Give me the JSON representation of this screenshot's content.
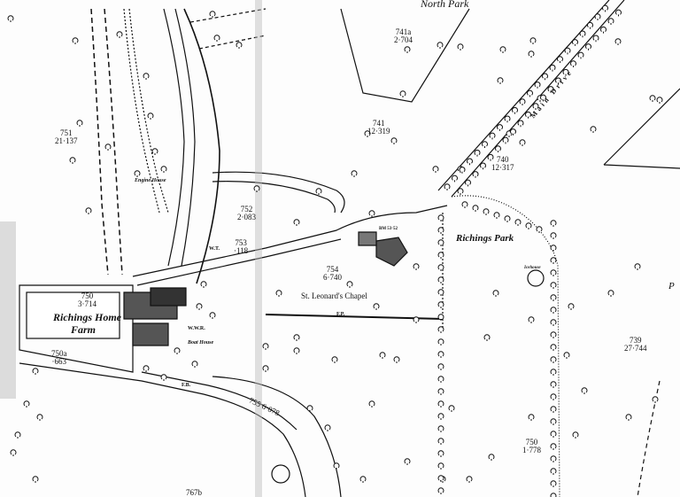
{
  "map": {
    "place_names": {
      "richings_home_farm_line1": "Richings Home",
      "richings_home_farm_line2": "Farm",
      "richings_park": "Richings Park",
      "st_leonards_chapel": "St. Leonard's Chapel",
      "main_drive": "Main Drive",
      "north_park": "North Park",
      "engine_house": "Engine House",
      "boat_house": "Boat House",
      "ice_house": "Icehouse",
      "park_edge": "P"
    },
    "parcels": [
      {
        "id": "751",
        "area": "21·137"
      },
      {
        "id": "741a",
        "area": "2·704"
      },
      {
        "id": "741",
        "area": "12·319"
      },
      {
        "id": "740",
        "area": "12·317"
      },
      {
        "id": "752",
        "area": "2·083"
      },
      {
        "id": "753",
        "area": "·118"
      },
      {
        "id": "754",
        "area": "6·740"
      },
      {
        "id": "750",
        "area": "3·714"
      },
      {
        "id": "750a",
        "area": "·663"
      },
      {
        "id": "739",
        "area": "27·744"
      },
      {
        "id": "755",
        "area": "6·078"
      },
      {
        "id": "750",
        "area": "1·778"
      },
      {
        "id": "767b",
        "area": ""
      }
    ],
    "annotations": {
      "bm": "BM 53·52",
      "wt": "W.T.",
      "fp": "F.P.",
      "fb": "F.B.",
      "wwr": "W.W.R."
    }
  }
}
